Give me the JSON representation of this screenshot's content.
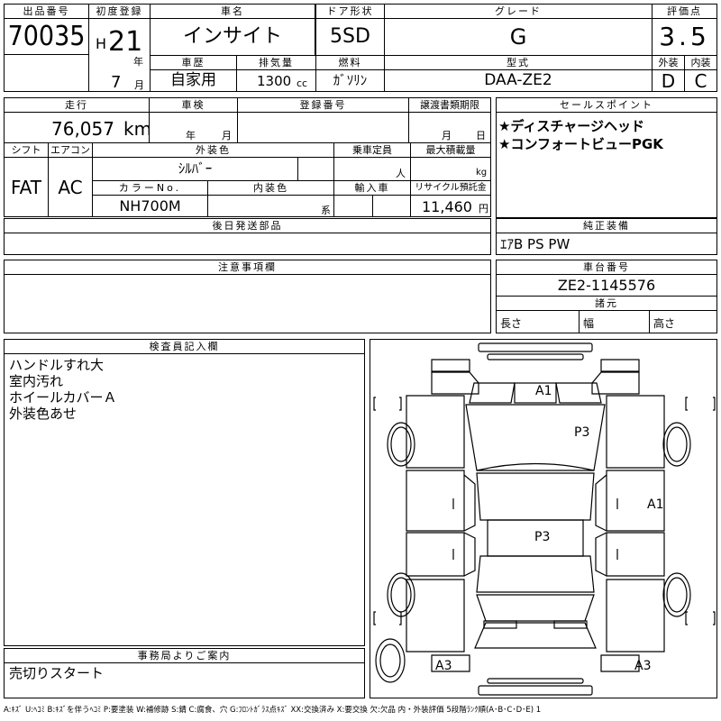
{
  "header": {
    "lot_no_label": "出品番号",
    "lot_no": "70035",
    "first_reg_label": "初度登録",
    "era": "H",
    "year": "21",
    "year_unit": "年",
    "month": "7",
    "month_unit": "月",
    "car_name_label": "車名",
    "car_name": "インサイト",
    "door_label": "ドア形状",
    "door": "5SD",
    "grade_label": "グレード",
    "grade": "G",
    "score_label": "評価点",
    "score": "3.5",
    "history_label": "車歴",
    "history": "自家用",
    "displacement_label": "排気量",
    "displacement": "1300",
    "displacement_unit": "cc",
    "fuel_label": "燃料",
    "fuel": "ｶﾞｿﾘﾝ",
    "model_label": "型式",
    "model": "DAA-ZE2",
    "exterior_label": "外装",
    "exterior": "D",
    "interior_label": "内装",
    "interior": "C"
  },
  "row2": {
    "mileage_label": "走行",
    "mileage": "76,057",
    "mileage_unit": "km",
    "inspection_label": "車検",
    "insp_year_unit": "年",
    "insp_month_unit": "月",
    "reg_no_label": "登録番号",
    "transfer_label": "譲渡書類期限",
    "transfer_month_unit": "月",
    "transfer_day_unit": "日",
    "shift_label": "シフト",
    "shift": "FAT",
    "ac_label": "エアコン",
    "ac": "AC",
    "color_label": "外装色",
    "color": "ｼﾙﾊﾞｰ",
    "capacity_label": "乗車定員",
    "capacity_unit": "人",
    "load_label": "最大積載量",
    "load_unit": "kg",
    "color_no_label": "カラーNo.",
    "color_no": "NH700M",
    "interior_color_label": "内装色",
    "interior_color_unit": "系",
    "import_label": "輸入車",
    "recycle_label": "リサイクル預託金",
    "recycle": "11,460",
    "recycle_unit": "円"
  },
  "sales_points": {
    "label": "セールスポイント",
    "items": [
      "★ディスチャージヘッド",
      "★コンフォートビューPGK"
    ]
  },
  "later_parts": {
    "label": "後日発送部品"
  },
  "equipment": {
    "label": "純正装備",
    "value": "ｴｱB PS PW"
  },
  "notes": {
    "label": "注意事項欄"
  },
  "chassis": {
    "label": "車台番号",
    "value": "ZE2-1145576"
  },
  "dimensions": {
    "label": "諸元",
    "length_label": "長さ",
    "width_label": "幅",
    "height_label": "高さ"
  },
  "inspector": {
    "label": "検査員記入欄",
    "lines": [
      "ハンドルすれ大",
      "室内汚れ",
      "ホイールカバーＡ",
      "外装色あせ"
    ]
  },
  "office": {
    "label": "事務局よりご案内",
    "text": "売切りスタート"
  },
  "diagram": {
    "marks": {
      "front": "A1",
      "hood": "P3",
      "right_front_door": "A1",
      "roof": "P3",
      "rear_left": "A3",
      "rear_right": "A3"
    }
  },
  "legend": "A:ｷｽﾞ U:ﾍｺﾐ B:ｷｽﾞを伴うﾍｺﾐ P:要塗装 W:補修跡 S:錆 C:腐食、穴 G:ﾌﾛﾝﾄｶﾞﾗｽ点ｷｽﾞ XX:交換済み X:要交換 欠:欠品 内・外装評価 5段階ﾗﾝｸ順(A･B･C･D･E) 1"
}
